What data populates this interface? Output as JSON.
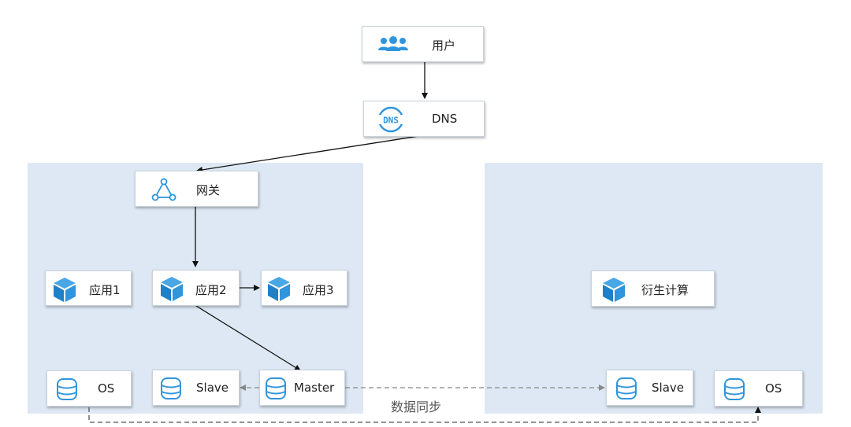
{
  "colors": {
    "zone": "#dde8f4",
    "icon_blue": "#2f95dc",
    "arrow": "#111111",
    "dashed": "#888888"
  },
  "nodes": {
    "user": {
      "label": "用户",
      "icon": "users-icon"
    },
    "dns": {
      "label": "DNS",
      "icon": "dns-icon"
    },
    "gateway": {
      "label": "网关",
      "icon": "gateway-icon"
    },
    "app1": {
      "label": "应用1",
      "icon": "cube-icon"
    },
    "app2": {
      "label": "应用2",
      "icon": "cube-icon"
    },
    "app3": {
      "label": "应用3",
      "icon": "cube-icon"
    },
    "derived": {
      "label": "衍生计算",
      "icon": "cube-icon"
    },
    "os_left": {
      "label": "OS",
      "icon": "database-icon"
    },
    "slave_left": {
      "label": "Slave",
      "icon": "database-icon"
    },
    "master": {
      "label": "Master",
      "icon": "database-icon"
    },
    "slave_right": {
      "label": "Slave",
      "icon": "database-icon"
    },
    "os_right": {
      "label": "OS",
      "icon": "database-icon"
    }
  },
  "sync_label": "数据同步"
}
